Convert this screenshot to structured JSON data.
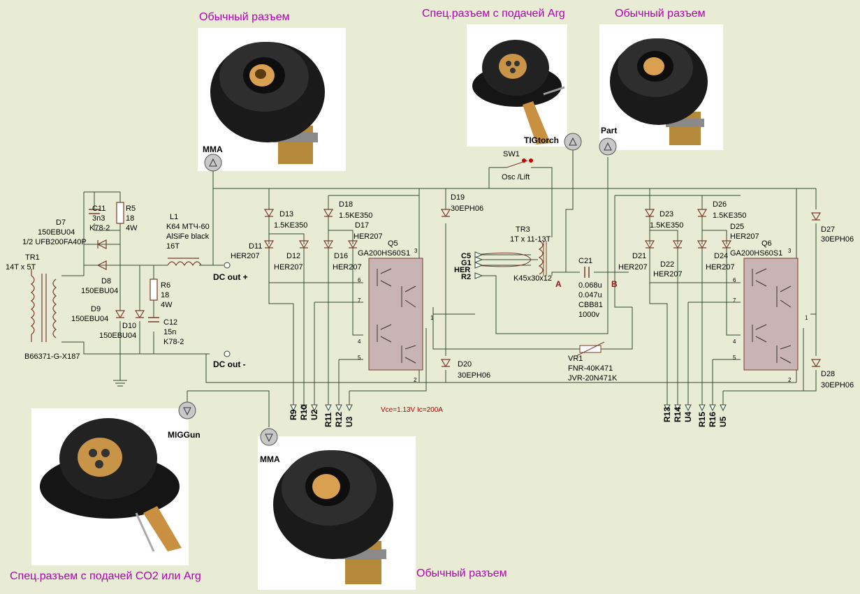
{
  "captions": {
    "top_left": "Обычный разъем",
    "top_mid": "Спец.разъем с подачей Arg",
    "top_right": "Обычный разъем",
    "bottom_left": "Спец.разъем с подачей CO2 или Arg",
    "bottom_mid": "Обычный разъем"
  },
  "connectors": {
    "mma_top": "MMA",
    "tig": "TIGtorch",
    "part": "Part",
    "mig": "MIGGun",
    "mma_bottom": "MMA"
  },
  "labels": {
    "tr1": "TR1",
    "tr1_turns": "14T x 5T",
    "tr1_core": "B66371-G-X187",
    "d7": "D7",
    "d7_part": "150EBU04",
    "d7_alt": "1/2 UFB200FA40P",
    "c11": "C11",
    "c11_val": "3n3",
    "c11_type": "K78-2",
    "r5": "R5",
    "r5_val": "18",
    "r5_pow": "4W",
    "d8": "D8",
    "d8_part": "150EBU04",
    "d9": "D9",
    "d9_part": "150EBU04",
    "d10": "D10",
    "d10_part": "150EBU04",
    "r6": "R6",
    "r6_val": "18",
    "r6_pow": "4W",
    "c12": "C12",
    "c12_val": "15n",
    "c12_type": "K78-2",
    "l1": "L1",
    "l1_core": "K64 МТЧ-60",
    "l1_mat": "AlSiFe black",
    "l1_turns": "16T",
    "dc_plus": "DC out +",
    "dc_minus": "DC out -",
    "d13": "D13",
    "d13_part": "1.5KE350",
    "d11": "D11",
    "d11_part": "HER207",
    "d12": "D12",
    "d12_part": "HER207",
    "d18": "D18",
    "d18_part": "1.5KE350",
    "d17": "D17",
    "d17_part": "HER207",
    "d16": "D16",
    "d16_part": "HER207",
    "q5": "Q5",
    "q5_part": "GA200HS60S1",
    "d19": "D19",
    "d19_part": "30EPH06",
    "d20": "D20",
    "d20_part": "30EPH06",
    "sw1": "SW1",
    "sw1_mode": "Osc /Lift",
    "tr3": "TR3",
    "tr3_turns": "1T x 11-13T",
    "tr3_core": "K45x30x12",
    "c5": "C5",
    "g1": "G1",
    "her": "HER",
    "r2": "R2",
    "c21": "C21",
    "c21_v1": "0.068u",
    "c21_v2": "0.047u",
    "c21_type": "CBB81",
    "c21_volt": "1000v",
    "node_a": "A",
    "node_b": "B",
    "vr1": "VR1",
    "vr1_p1": "FNR-40K471",
    "vr1_p2": "JVR-20N471K",
    "vce": "Vce=1.13V  Ic=200A",
    "d23": "D23",
    "d23_part": "1.5KE350",
    "d21": "D21",
    "d21_part": "HER207",
    "d22": "D22",
    "d22_part": "HER207",
    "d26": "D26",
    "d26_part": "1.5KE350",
    "d25": "D25",
    "d25_part": "HER207",
    "d24": "D24",
    "d24_part": "HER207",
    "q6": "Q6",
    "q6_part": "GA200HS60S1",
    "d27": "D27",
    "d27_part": "30EPH06",
    "d28": "D28",
    "d28_part": "30EPH06",
    "q_pin1": "1",
    "q_pin2": "2",
    "q_pin3": "3",
    "q_pin4": "4",
    "q_pin5": "5",
    "q_pin6": "6",
    "q_pin7": "7"
  },
  "ports_left": [
    "R9",
    "R10",
    "U2",
    "R11",
    "R12",
    "U3"
  ],
  "ports_right": [
    "R13",
    "R14",
    "U4",
    "R15",
    "R16",
    "U5"
  ]
}
